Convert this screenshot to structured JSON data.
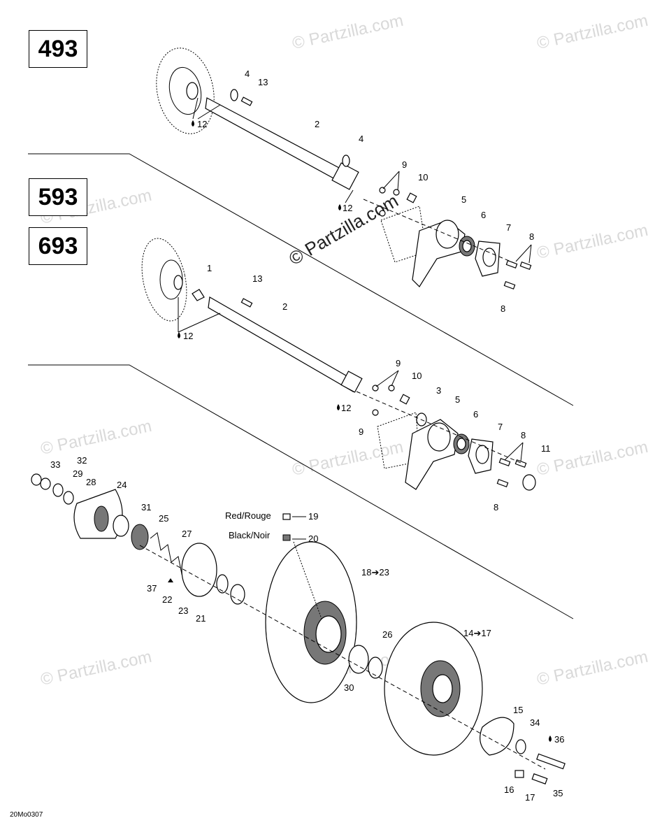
{
  "models": [
    "493",
    "593",
    "693"
  ],
  "watermark": "© Partzilla.com",
  "diagram_code": "20Mo0307",
  "color_labels": {
    "red": "Red/Rouge",
    "black": "Black/Noir"
  },
  "labels": {
    "top": [
      "4",
      "13",
      "12",
      "2",
      "4",
      "9",
      "10",
      "12",
      "5",
      "6",
      "7",
      "8",
      "8"
    ],
    "middle": [
      "1",
      "13",
      "2",
      "12",
      "9",
      "10",
      "12",
      "3",
      "5",
      "6",
      "7",
      "8",
      "9",
      "11",
      "8"
    ],
    "bottom": [
      "33",
      "32",
      "29",
      "28",
      "24",
      "31",
      "25",
      "27",
      "19",
      "20",
      "37",
      "22",
      "23",
      "21",
      "18➔23",
      "26",
      "14➔17",
      "30",
      "15",
      "34",
      "36",
      "16",
      "17",
      "35"
    ]
  }
}
